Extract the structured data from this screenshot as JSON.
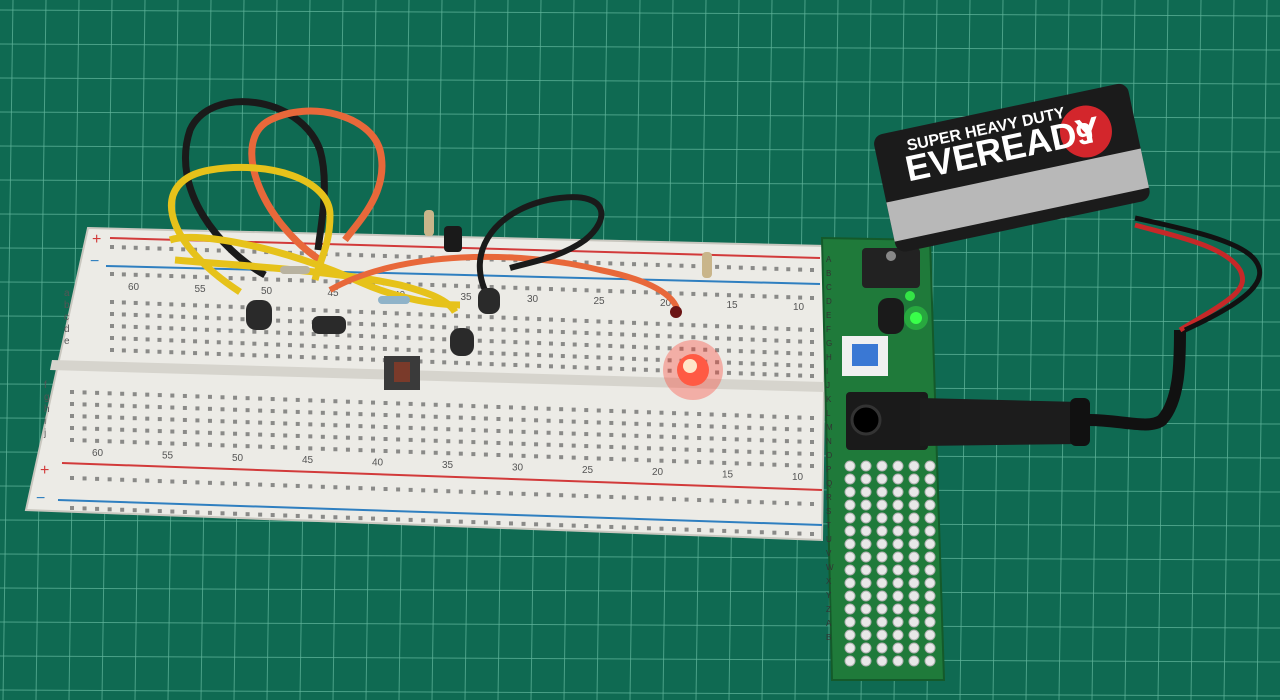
{
  "breadboard": {
    "rail_plus": "+",
    "rail_minus": "−",
    "top_numbers": [
      "60",
      "55",
      "50",
      "45",
      "40",
      "35",
      "30",
      "25",
      "20",
      "15",
      "10"
    ],
    "bottom_numbers": [
      "60",
      "55",
      "50",
      "45",
      "40",
      "35",
      "30",
      "25",
      "20",
      "15",
      "10"
    ],
    "top_rows": [
      "a",
      "b",
      "c",
      "d",
      "e"
    ],
    "bottom_rows": [
      "f",
      "g",
      "h",
      "i",
      "j"
    ]
  },
  "battery": {
    "brand": "EVEREADY",
    "line": "SUPER HEAVY DUTY",
    "voltage": "9"
  },
  "perfboard": {
    "rows_left": [
      "A",
      "B",
      "C",
      "D",
      "E",
      "F",
      "G",
      "H",
      "I",
      "J",
      "K",
      "L",
      "M",
      "N",
      "O",
      "P",
      "Q",
      "R",
      "S",
      "T",
      "U",
      "V",
      "W",
      "X",
      "Y",
      "Z",
      "A",
      "B"
    ]
  },
  "colors": {
    "mat": "#0f6a52",
    "grid": "#5fb49a",
    "breadboard": "#ecebe6",
    "red_rail": "#d23a3a",
    "blue_rail": "#2f7fc0",
    "pcb": "#1f7a3a",
    "led_red": "#ff3b2f",
    "led_green": "#3aff4a",
    "wire_yellow": "#e6c21a",
    "wire_orange": "#e8683a",
    "wire_black": "#1a1a1a"
  }
}
